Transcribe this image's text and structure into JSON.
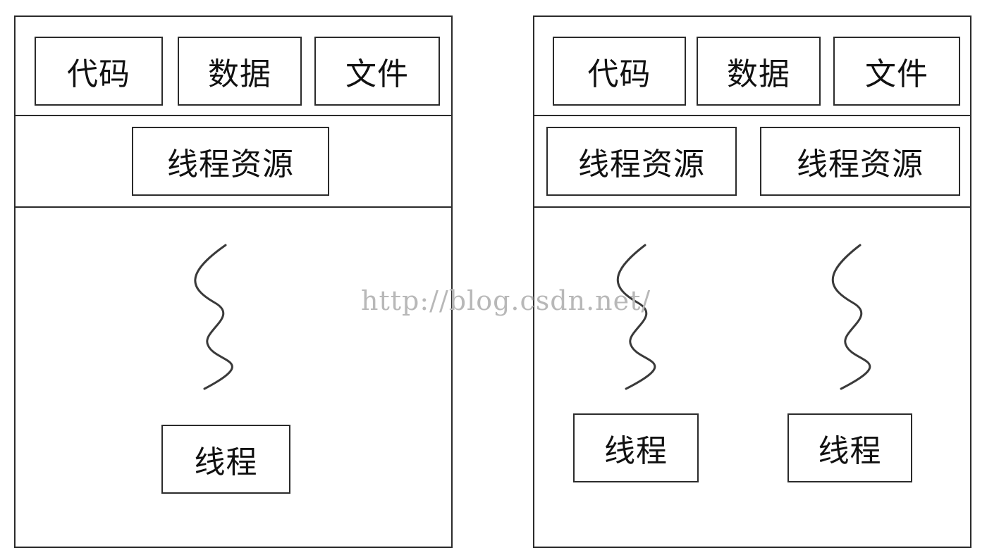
{
  "left_panel": {
    "resources": [
      "代码",
      "数据",
      "文件"
    ],
    "thread_resource": "线程资源",
    "thread": "线程"
  },
  "right_panel": {
    "resources": [
      "代码",
      "数据",
      "文件"
    ],
    "thread_resources": [
      "线程资源",
      "线程资源"
    ],
    "threads": [
      "线程",
      "线程"
    ]
  },
  "watermark": "http://blog.csdn.net/"
}
